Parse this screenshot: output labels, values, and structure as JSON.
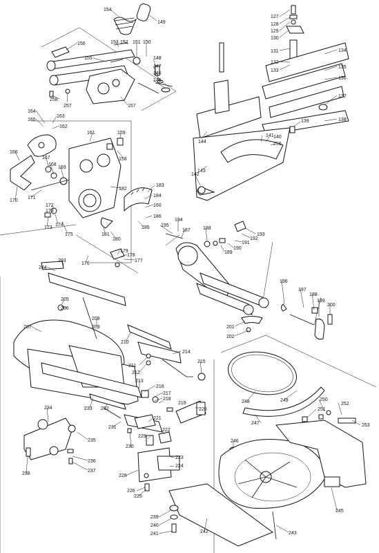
{
  "parts": [
    {
      "id": "p154",
      "label": "154"
    },
    {
      "id": "p149",
      "label": "149"
    },
    {
      "id": "p127",
      "label": "127"
    },
    {
      "id": "p128",
      "label": "128"
    },
    {
      "id": "p129",
      "label": "129"
    },
    {
      "id": "p130",
      "label": "130"
    },
    {
      "id": "p156",
      "label": "156"
    },
    {
      "id": "p153",
      "label": "153"
    },
    {
      "id": "p152",
      "label": "152"
    },
    {
      "id": "p151",
      "label": "151"
    },
    {
      "id": "p150",
      "label": "150"
    },
    {
      "id": "p131",
      "label": "131"
    },
    {
      "id": "p134",
      "label": "134"
    },
    {
      "id": "p155",
      "label": "155"
    },
    {
      "id": "p148",
      "label": "148"
    },
    {
      "id": "p147",
      "label": "147"
    },
    {
      "id": "p146",
      "label": "146"
    },
    {
      "id": "p145",
      "label": "145"
    },
    {
      "id": "p132",
      "label": "132"
    },
    {
      "id": "p133",
      "label": "133"
    },
    {
      "id": "p135",
      "label": "135"
    },
    {
      "id": "p258",
      "label": "258"
    },
    {
      "id": "p257",
      "label": "257"
    },
    {
      "id": "p157",
      "label": "157"
    },
    {
      "id": "p136",
      "label": "136"
    },
    {
      "id": "p137",
      "label": "137"
    },
    {
      "id": "p164",
      "label": "164"
    },
    {
      "id": "p163",
      "label": "163"
    },
    {
      "id": "p165",
      "label": "165"
    },
    {
      "id": "p162",
      "label": "162"
    },
    {
      "id": "p139",
      "label": "139"
    },
    {
      "id": "p138",
      "label": "138"
    },
    {
      "id": "p161",
      "label": "161"
    },
    {
      "id": "p159",
      "label": "159"
    },
    {
      "id": "p144",
      "label": "144"
    },
    {
      "id": "p141",
      "label": "141"
    },
    {
      "id": "p140",
      "label": "140"
    },
    {
      "id": "p256",
      "label": "256"
    },
    {
      "id": "p166",
      "label": "166"
    },
    {
      "id": "p167",
      "label": "167"
    },
    {
      "id": "p158",
      "label": "158"
    },
    {
      "id": "p168",
      "label": "168"
    },
    {
      "id": "p169",
      "label": "169"
    },
    {
      "id": "p143",
      "label": "143"
    },
    {
      "id": "p142",
      "label": "142"
    },
    {
      "id": "p183",
      "label": "183"
    },
    {
      "id": "p182",
      "label": "182"
    },
    {
      "id": "p170",
      "label": "170"
    },
    {
      "id": "p171",
      "label": "171"
    },
    {
      "id": "p184",
      "label": "184"
    },
    {
      "id": "p172",
      "label": "172"
    },
    {
      "id": "p160",
      "label": "160"
    },
    {
      "id": "p173a",
      "label": "173"
    },
    {
      "id": "p173b",
      "label": "173"
    },
    {
      "id": "p174",
      "label": "174"
    },
    {
      "id": "p186",
      "label": "186"
    },
    {
      "id": "p194",
      "label": "194"
    },
    {
      "id": "p195",
      "label": "195"
    },
    {
      "id": "p185",
      "label": "185"
    },
    {
      "id": "p175",
      "label": "175"
    },
    {
      "id": "p188",
      "label": "188"
    },
    {
      "id": "p187",
      "label": "187"
    },
    {
      "id": "p193",
      "label": "193"
    },
    {
      "id": "p181",
      "label": "181"
    },
    {
      "id": "p180",
      "label": "180"
    },
    {
      "id": "p192",
      "label": "192"
    },
    {
      "id": "p191",
      "label": "191"
    },
    {
      "id": "p179",
      "label": "179"
    },
    {
      "id": "p190",
      "label": "190"
    },
    {
      "id": "p189",
      "label": "189"
    },
    {
      "id": "p178",
      "label": "178"
    },
    {
      "id": "p176",
      "label": "176"
    },
    {
      "id": "p177",
      "label": "177"
    },
    {
      "id": "p203",
      "label": "203"
    },
    {
      "id": "p204",
      "label": "204"
    },
    {
      "id": "p196",
      "label": "196"
    },
    {
      "id": "p197",
      "label": "197"
    },
    {
      "id": "p198",
      "label": "198"
    },
    {
      "id": "p199",
      "label": "199"
    },
    {
      "id": "p205",
      "label": "205"
    },
    {
      "id": "p200",
      "label": "200"
    },
    {
      "id": "p206",
      "label": "206"
    },
    {
      "id": "p208",
      "label": "208"
    },
    {
      "id": "p209",
      "label": "209"
    },
    {
      "id": "p207",
      "label": "207"
    },
    {
      "id": "p201",
      "label": "201"
    },
    {
      "id": "p202",
      "label": "202"
    },
    {
      "id": "p210",
      "label": "210"
    },
    {
      "id": "p214",
      "label": "214"
    },
    {
      "id": "p211",
      "label": "211"
    },
    {
      "id": "p212",
      "label": "212"
    },
    {
      "id": "p215",
      "label": "215"
    },
    {
      "id": "p213",
      "label": "213"
    },
    {
      "id": "p216",
      "label": "216"
    },
    {
      "id": "p217",
      "label": "217"
    },
    {
      "id": "p218",
      "label": "218"
    },
    {
      "id": "p248",
      "label": "248"
    },
    {
      "id": "p249",
      "label": "249"
    },
    {
      "id": "p219",
      "label": "219"
    },
    {
      "id": "p234",
      "label": "234"
    },
    {
      "id": "p233",
      "label": "233"
    },
    {
      "id": "p232",
      "label": "232"
    },
    {
      "id": "p220",
      "label": "220"
    },
    {
      "id": "p250",
      "label": "250"
    },
    {
      "id": "p252",
      "label": "252"
    },
    {
      "id": "p247",
      "label": "247"
    },
    {
      "id": "p251",
      "label": "251"
    },
    {
      "id": "p253",
      "label": "253"
    },
    {
      "id": "p221",
      "label": "221"
    },
    {
      "id": "p231",
      "label": "231"
    },
    {
      "id": "p222",
      "label": "222"
    },
    {
      "id": "p235",
      "label": "235"
    },
    {
      "id": "p229",
      "label": "229"
    },
    {
      "id": "p246",
      "label": "246"
    },
    {
      "id": "p230",
      "label": "230"
    },
    {
      "id": "p223",
      "label": "223"
    },
    {
      "id": "p236",
      "label": "236"
    },
    {
      "id": "p224",
      "label": "224"
    },
    {
      "id": "p237",
      "label": "237"
    },
    {
      "id": "p238",
      "label": "238"
    },
    {
      "id": "p228",
      "label": "228"
    },
    {
      "id": "p226",
      "label": "226"
    },
    {
      "id": "p225",
      "label": "225"
    },
    {
      "id": "p245",
      "label": "245"
    },
    {
      "id": "p239",
      "label": "239"
    },
    {
      "id": "p240",
      "label": "240"
    },
    {
      "id": "p242",
      "label": "242"
    },
    {
      "id": "p243",
      "label": "243"
    },
    {
      "id": "p241",
      "label": "241"
    }
  ]
}
